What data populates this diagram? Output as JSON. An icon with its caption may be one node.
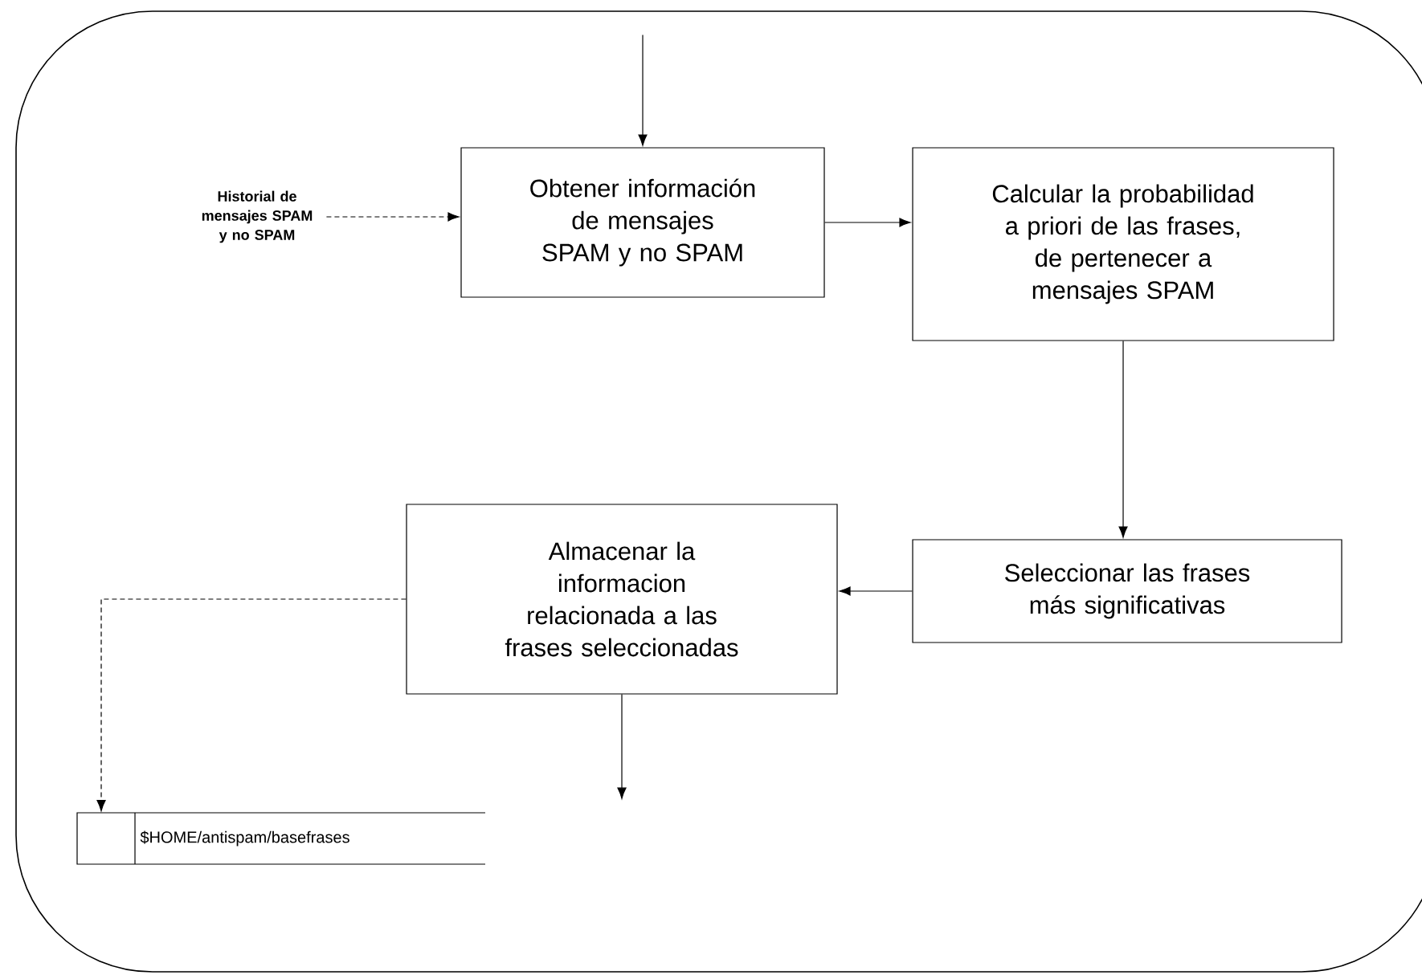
{
  "diagram": {
    "nodes": [
      {
        "text": [
          "Historial de mensajes SPAM y no SPAM"
        ]
      },
      {
        "text": [
          "Obtener información de mensajes SPAM y no SPAM"
        ]
      },
      {
        "text": [
          "Calcular la probabilidad a priori de las frases, de pertenecer a mensajes SPAM"
        ]
      },
      {
        "text": [
          "Seleccionar las frases más significativas"
        ]
      },
      {
        "text": [
          "Almacenar la informacion relacionada a las frases seleccionadas"
        ]
      },
      {
        "text": [
          "$HOME/antispam/basefrases"
        ]
      }
    ],
    "edges": [
      {
        "from": null,
        "to": 1,
        "arrow": "to"
      },
      {
        "from": 0,
        "to": 1,
        "arrow": "to",
        "style": "dashed"
      },
      {
        "from": 1,
        "to": 2,
        "arrow": "to"
      },
      {
        "from": 2,
        "to": 3,
        "arrow": "to"
      },
      {
        "from": 3,
        "to": 4,
        "arrow": "to"
      },
      {
        "from": 4,
        "to": 5,
        "arrow": "to",
        "style": "dashed"
      },
      {
        "from": 4,
        "to": null,
        "arrow": "to"
      }
    ]
  }
}
